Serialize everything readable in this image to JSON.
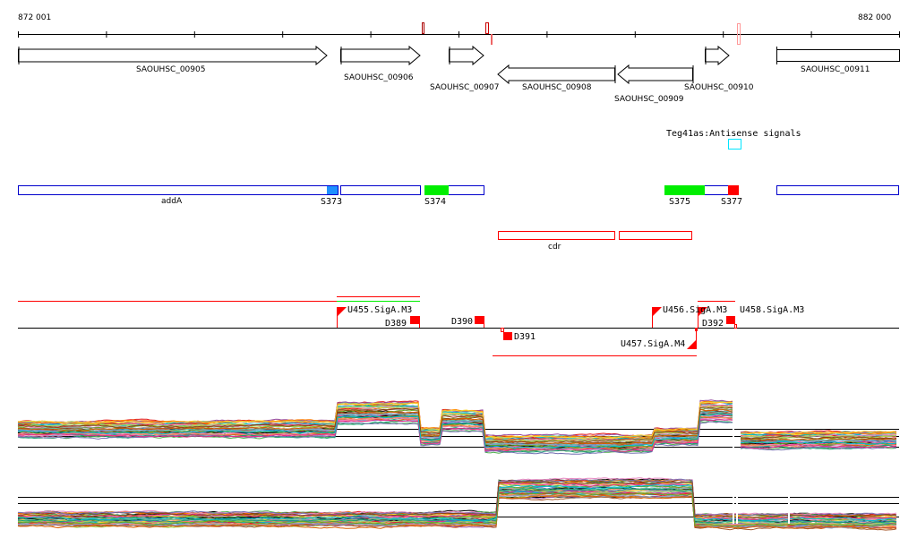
{
  "ruler": {
    "start_label": "872 001",
    "end_label": "882 000"
  },
  "genes": [
    {
      "label": "SAOUHSC_00905",
      "strand": "+"
    },
    {
      "label": "SAOUHSC_00906",
      "strand": "+"
    },
    {
      "label": "SAOUHSC_00907",
      "strand": "+"
    },
    {
      "label": "SAOUHSC_00908",
      "strand": "-"
    },
    {
      "label": "SAOUHSC_00909",
      "strand": "-"
    },
    {
      "label": "SAOUHSC_00910",
      "strand": "+"
    },
    {
      "label": "SAOUHSC_00911",
      "strand": "+"
    }
  ],
  "antisense": {
    "label": "Teg41as:Antisense signals"
  },
  "annotations": {
    "addA": "addA",
    "s373": "S373",
    "s374": "S374",
    "s375": "S375",
    "s377": "S377",
    "cdr": "cdr"
  },
  "features": {
    "u455": "U455.SigA.M3",
    "d389": "D389",
    "d390": "D390",
    "d391": "D391",
    "u456": "U456.SigA.M3",
    "u458": "U458.SigA.M3",
    "d392": "D392",
    "u457": "U457.SigA.M4"
  },
  "colors": {
    "accent_red": "#ff0000",
    "green": "#00ee00",
    "blue": "#0000cc",
    "cyan": "#00e5ff",
    "s373_blue": "#1e90ff"
  },
  "series_colors": [
    "#000000",
    "#e41a1c",
    "#377eb8",
    "#4daf4a",
    "#984ea3",
    "#ff7f00",
    "#a65628",
    "#f781bf",
    "#999999",
    "#66c2a5",
    "#fc8d62",
    "#8da0cb",
    "#e78ac3",
    "#a6d854",
    "#ffd92f",
    "#1b9e77",
    "#d95f02",
    "#7570b3",
    "#e7298a",
    "#66a61e",
    "#00bcd4",
    "#8b4513"
  ]
}
